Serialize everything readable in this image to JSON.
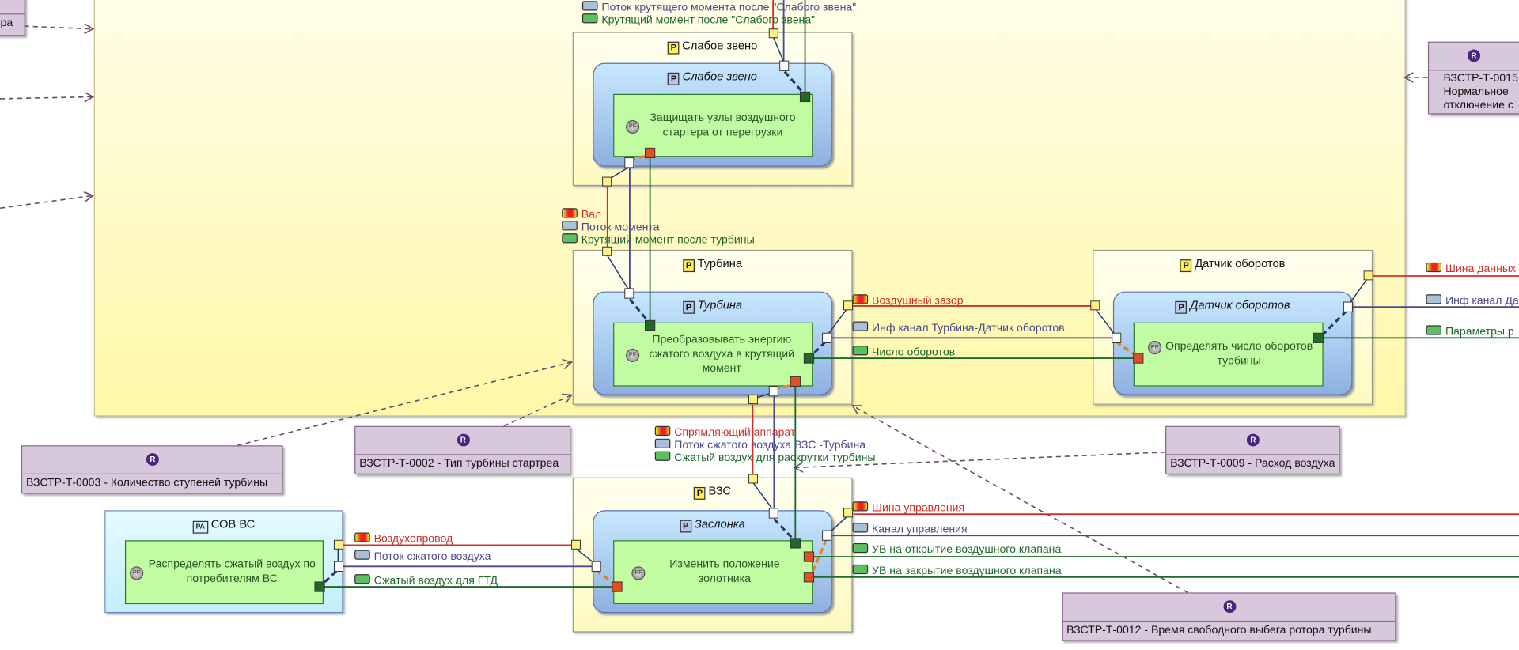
{
  "left_partial_box": {
    "text": "ера"
  },
  "top_flows": [
    {
      "label": "Поток крутящего момента после \"Слабого звена\"",
      "kind": "blu"
    },
    {
      "label": "Крутящий момент после \"Слабого звена\"",
      "kind": "grn"
    }
  ],
  "blocks": {
    "weak_link": {
      "outer_title": "Слабое звено",
      "inner_title": "Слабое звено",
      "function": "Защищать узлы воздушного стартера от перегрузки",
      "icon": "P"
    },
    "turbine": {
      "outer_title": "Турбина",
      "inner_title": "Турбина",
      "function": "Преобразовывать энергию сжатого воздуха в крутящий момент",
      "icon": "P"
    },
    "speed_sensor": {
      "outer_title": "Датчик оборотов",
      "inner_title": "Датчик оборотов",
      "function": "Определять число оборотов турбины",
      "icon": "P"
    },
    "vzs": {
      "outer_title": "ВЗС",
      "inner_title": "Заслонка",
      "function": "Изменить положение золотника",
      "icon": "P"
    },
    "sov": {
      "title": "СОВ ВС",
      "function": "Распределять сжатый воздух по потребителям ВС",
      "icon": "PA"
    }
  },
  "function_icon": "PF",
  "flows": {
    "weak_turbine": [
      "Вал",
      "Поток момента",
      "Крутящий момент после турбины"
    ],
    "turbine_sensor": [
      "Воздушный зазор",
      "Инф канал Турбина-Датчик оборотов",
      "Число оборотов"
    ],
    "sensor_out": [
      "Шина данных",
      "Инф канал Да",
      "Параметры р"
    ],
    "vzs_turbine": [
      "Спрямляющий аппарат",
      "Поток сжатого воздуха ВЗС -Турбина",
      "Сжатый воздух для раскрутки турбины"
    ],
    "vzs_out": [
      "Шина управления",
      "Канал управления",
      "УВ на открытие воздушного клапана",
      "УВ на закрытие воздушного клапана"
    ],
    "sov_vzs": [
      "Воздухопровод",
      "Поток сжатого воздуха",
      "Сжатый воздух для ГТД"
    ]
  },
  "requirements": [
    {
      "icon": "R",
      "text": "ВЗСТР-Т-0003 - Количество ступеней турбины"
    },
    {
      "icon": "R",
      "text": "ВЗСТР-Т-0002 - Тип турбины стартреа"
    },
    {
      "icon": "R",
      "text": "ВЗСТР-Т-0009 - Расход воздуха"
    },
    {
      "icon": "R",
      "text": "ВЗСТР-Т-0012 - Время свободного выбега ротора турбины"
    },
    {
      "icon": "R",
      "lines": [
        "ВЗСТР-Т-0015",
        "Нормальное",
        "отключение с"
      ]
    }
  ],
  "colors": {
    "physical": "#d03028",
    "information": "#4a4a8c",
    "energy": "#1f6a2a",
    "requirement": "#d8c8dc",
    "function": "#c2fca2"
  }
}
